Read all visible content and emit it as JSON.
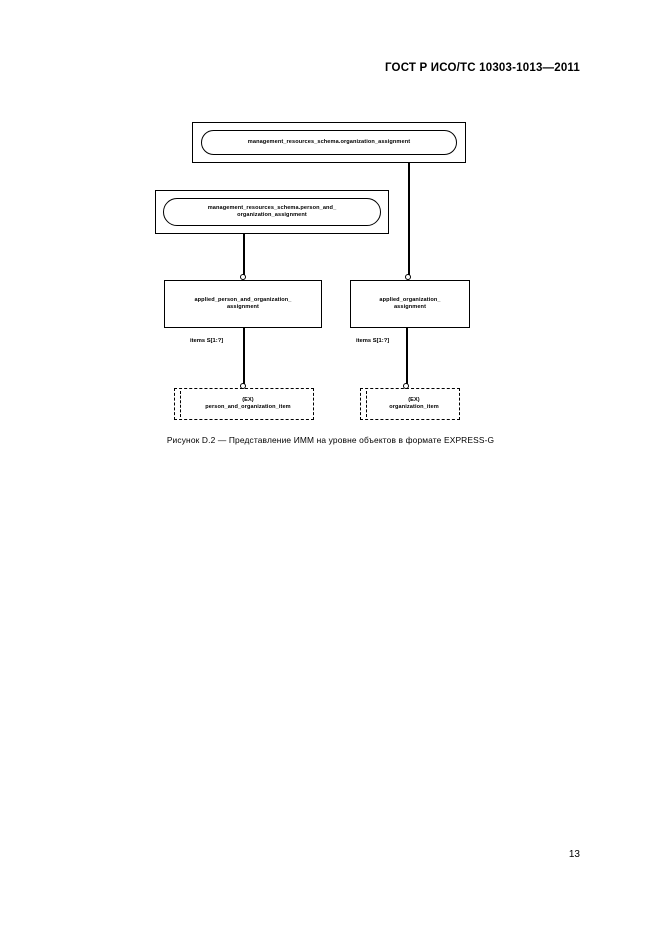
{
  "header": {
    "standard_title": "ГОСТ Р ИСО/ТС 10303-1013—2011"
  },
  "figure": {
    "caption": "Рисунок  D.2 — Представление ИММ на уровне объектов в формате EXPRESS-G",
    "nodes": {
      "schema_organization_assignment": "management_resources_schema.organization_assignment",
      "schema_person_and_organization_assignment": "management_resources_schema.person_and_\norganization_assignment",
      "applied_person_and_organization_assignment": "applied_person_and_organization_\nassignment",
      "applied_organization_assignment": "applied_organization_\nassignment",
      "select_person_and_organization_item_tag": "(EX)",
      "select_person_and_organization_item": "person_and_organization_item",
      "select_organization_item_tag": "(EX)",
      "select_organization_item": "organization_item"
    },
    "edges": {
      "items_left": "items S[1:?]",
      "items_right": "items S[1:?]"
    }
  },
  "footer": {
    "page_number": "13"
  }
}
